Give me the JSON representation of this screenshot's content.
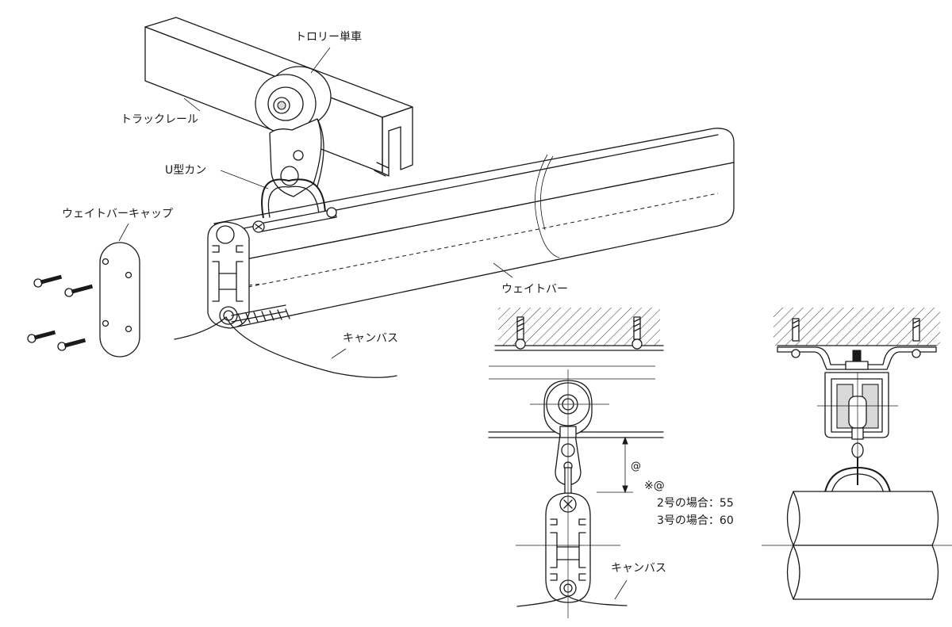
{
  "labels": {
    "trolley": "トロリー単車",
    "track_rail": "トラックレール",
    "u_shackle": "U型カン",
    "weight_bar_cap": "ウェイトバーキャップ",
    "weight_bar": "ウェイトバー",
    "canvas_main": "キャンバス",
    "canvas_front": "キャンバス",
    "dimension_mark": "@",
    "note_mark": "※@",
    "note_size2": "2号の場合：55",
    "note_size3": "3号の場合：60"
  },
  "colors": {
    "line": "#1a1a1a",
    "background": "#ffffff",
    "screw_fill": "#1a1a1a",
    "ceiling_hatch": "#1a1a1a"
  }
}
